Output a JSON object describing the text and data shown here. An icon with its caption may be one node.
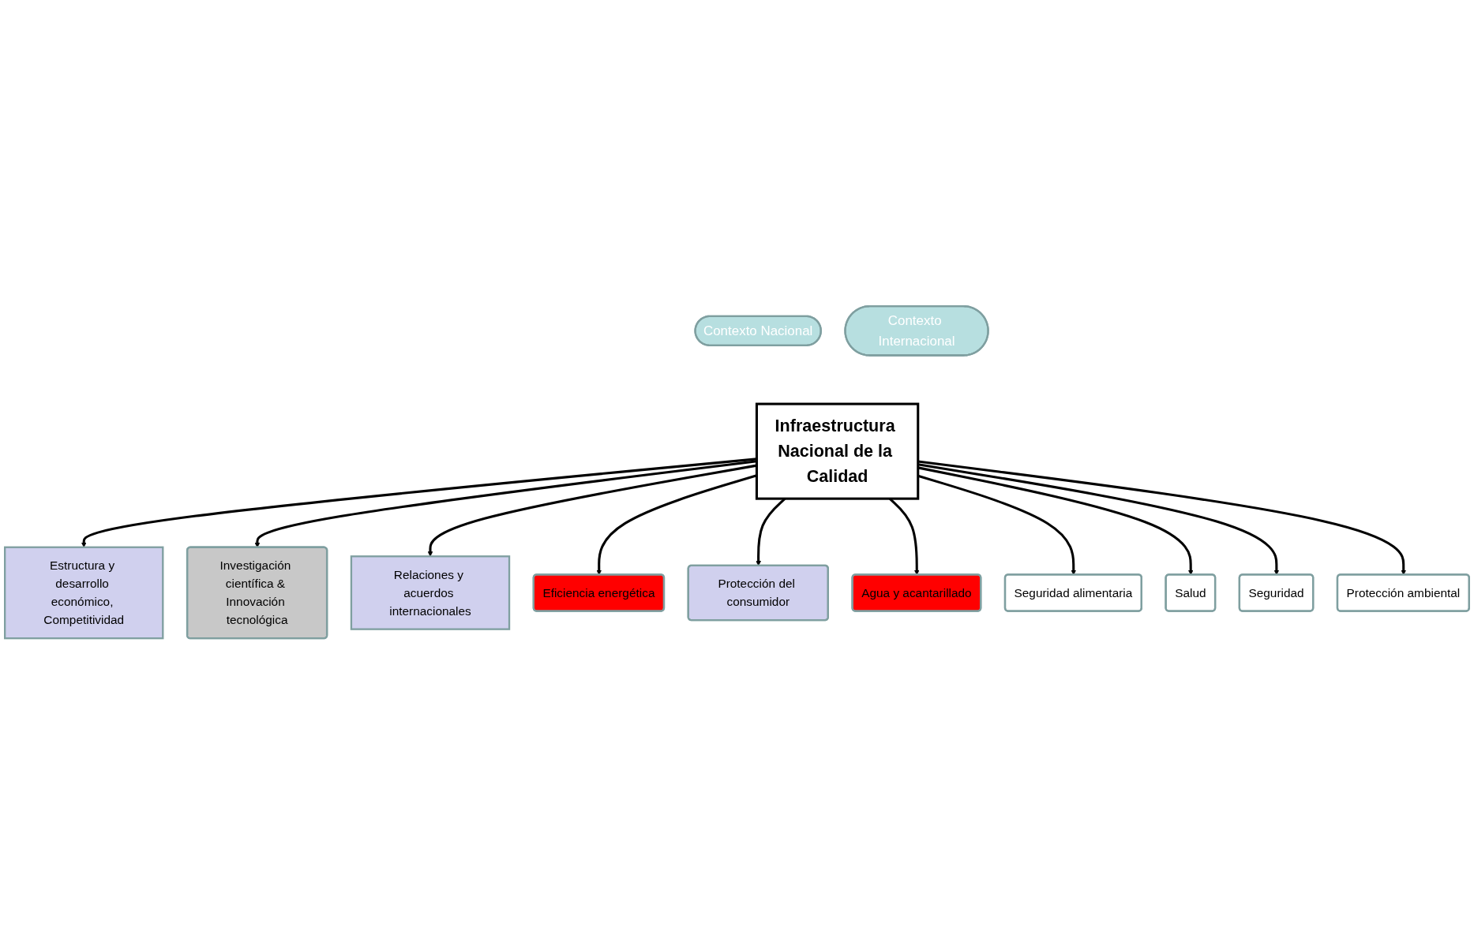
{
  "diagram": {
    "nodes": [
      {
        "text": [
          "Contexto Nacional"
        ]
      },
      {
        "text": [
          "Investigación científica & Innovación tecnológica"
        ]
      },
      {
        "text": [
          "Contexto Internacional"
        ]
      },
      {
        "text": [
          "Estructura y desarrollo económico, Competitividad"
        ]
      },
      {
        "text": [
          "Relaciones y acuerdos internacionales"
        ]
      },
      {
        "text": [
          "Eficiencia energética"
        ]
      },
      {
        "text": [
          "Protección del consumidor"
        ]
      },
      {
        "text": [
          "Infraestructura Nacional de la Calidad"
        ]
      },
      {
        "text": [
          "Agua y acantarillado"
        ]
      },
      {
        "text": [
          "Seguridad alimentaria"
        ]
      },
      {
        "text": [
          "Salud"
        ]
      },
      {
        "text": [
          "Seguridad"
        ]
      },
      {
        "text": [
          "Protección ambiental"
        ]
      }
    ],
    "edges": [
      {
        "from": 7,
        "to": 3,
        "arrow": "to"
      },
      {
        "from": 7,
        "to": 1,
        "arrow": "to"
      },
      {
        "from": 7,
        "to": 4,
        "arrow": "to"
      },
      {
        "from": 7,
        "to": 5,
        "arrow": "to"
      },
      {
        "from": 7,
        "to": 6,
        "arrow": "to"
      },
      {
        "from": 7,
        "to": 8,
        "arrow": "to"
      },
      {
        "from": 7,
        "to": 9,
        "arrow": "to"
      },
      {
        "from": 7,
        "to": 10,
        "arrow": "to"
      },
      {
        "from": 7,
        "to": 11,
        "arrow": "to"
      },
      {
        "from": 7,
        "to": 12,
        "arrow": "to"
      }
    ]
  }
}
